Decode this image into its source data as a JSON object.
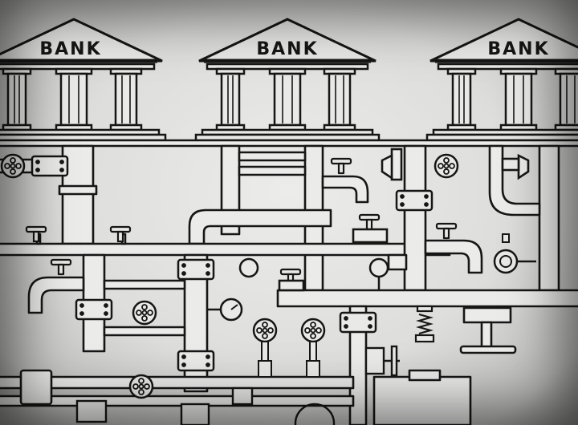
{
  "banks": [
    {
      "label": "BANK"
    },
    {
      "label": "BANK"
    },
    {
      "label": "BANK"
    }
  ],
  "colors": {
    "ink": "#161616",
    "paper": "#e6e6e4",
    "pipe_fill": "#ebebea"
  },
  "icons": [
    "bank-building-icon",
    "pipe-network-icon",
    "valve-handle-icon",
    "faucet-icon",
    "pressure-gauge-icon",
    "spring-icon"
  ]
}
